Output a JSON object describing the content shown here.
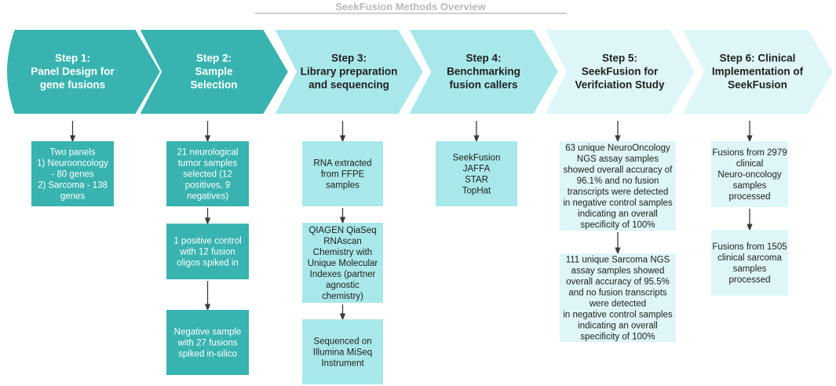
{
  "title": "SeekFusion Methods Overview",
  "colors": {
    "dark_teal": "#38b3b0",
    "light_teal": "#a9e8ea",
    "pale_teal": "#def6f7",
    "arrow": "#3a3a3a",
    "title_gray": "#b9b9b9"
  },
  "steps": [
    {
      "id": "step-1",
      "label_lines": [
        "Step 1:",
        "Panel Design for",
        "gene fusions"
      ],
      "fill": "dark_teal",
      "text_color": "#ffffff",
      "boxes": [
        {
          "lines": [
            "Two panels",
            "1) Neurooncology",
            "- 80 genes",
            "2) Sarcoma - 138",
            "genes"
          ],
          "fill": "dark_teal",
          "text_color": "#ffffff"
        }
      ]
    },
    {
      "id": "step-2",
      "label_lines": [
        "Step 2:",
        "Sample",
        "Selection"
      ],
      "fill": "dark_teal",
      "text_color": "#ffffff",
      "boxes": [
        {
          "lines": [
            "21 neurological",
            "tumor samples",
            "selected  (12",
            "positives, 9",
            "negatives)"
          ],
          "fill": "dark_teal",
          "text_color": "#ffffff"
        },
        {
          "lines": [
            "1 positive control",
            "with 12 fusion",
            "oligos spiked in"
          ],
          "fill": "dark_teal",
          "text_color": "#ffffff"
        },
        {
          "lines": [
            "Negative sample",
            "with 27 fusions",
            "spiked in-silico"
          ],
          "fill": "dark_teal",
          "text_color": "#ffffff"
        }
      ]
    },
    {
      "id": "step-3",
      "label_lines": [
        "Step 3:",
        "Library preparation",
        "and sequencing"
      ],
      "fill": "light_teal",
      "text_color": "#1f1f1f",
      "boxes": [
        {
          "lines": [
            "RNA extracted",
            "from FFPE",
            "samples"
          ],
          "fill": "light_teal",
          "text_color": "#1f1f1f"
        },
        {
          "lines": [
            "QIAGEN QiaSeq",
            "RNAscan",
            "Chemistry with",
            "Unique Molecular",
            "Indexes (partner",
            "agnostic",
            "chemistry)"
          ],
          "fill": "light_teal",
          "text_color": "#1f1f1f"
        },
        {
          "lines": [
            "Sequenced on",
            "Illumina MiSeq",
            "Instrument"
          ],
          "fill": "light_teal",
          "text_color": "#1f1f1f"
        }
      ]
    },
    {
      "id": "step-4",
      "label_lines": [
        "Step 4:",
        "Benchmarking",
        "fusion callers"
      ],
      "fill": "light_teal",
      "text_color": "#1f1f1f",
      "boxes": [
        {
          "lines": [
            "SeekFusion",
            "JAFFA",
            "STAR",
            "TopHat"
          ],
          "fill": "light_teal",
          "text_color": "#1f1f1f"
        }
      ]
    },
    {
      "id": "step-5",
      "label_lines": [
        "Step 5:",
        "SeekFusion for",
        "Verifciation Study"
      ],
      "fill": "pale_teal",
      "text_color": "#1f1f1f",
      "boxes": [
        {
          "lines": [
            "63 unique NeuroOncology",
            "NGS assay samples",
            "showed overall accuracy of",
            "96.1% and no fusion",
            "transcripts were detected",
            "in negative control samples",
            "indicating an overall",
            "specificity of 100%"
          ],
          "fill": "pale_teal",
          "text_color": "#1f1f1f"
        },
        {
          "lines": [
            "111 unique Sarcoma NGS",
            "assay samples showed",
            "overall accuracy of 95.5%",
            "and no fusion transcripts",
            "were detected",
            "in negative control samples",
            "indicating an overall",
            "specificity of 100%"
          ],
          "fill": "pale_teal",
          "text_color": "#1f1f1f"
        }
      ]
    },
    {
      "id": "step-6",
      "label_lines": [
        "Step 6: Clinical",
        "Implementation of",
        "SeekFusion"
      ],
      "fill": "pale_teal",
      "text_color": "#1f1f1f",
      "boxes": [
        {
          "lines": [
            "Fusions from 2979",
            "clinical",
            "Neuro-oncology",
            "samples",
            "processed"
          ],
          "fill": "pale_teal",
          "text_color": "#1f1f1f"
        },
        {
          "lines": [
            "Fusions from 1505",
            "clinical sarcoma",
            "samples",
            "processed"
          ],
          "fill": "pale_teal",
          "text_color": "#1f1f1f"
        }
      ]
    }
  ]
}
